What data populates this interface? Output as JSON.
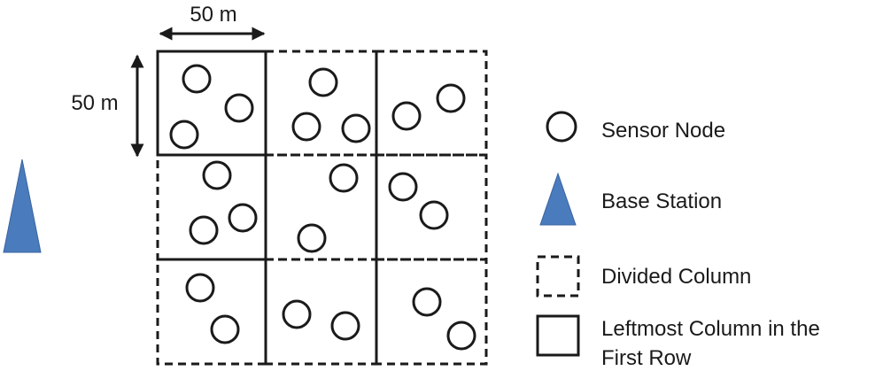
{
  "dimensions": {
    "width_label": "50 m",
    "height_label": "50 m"
  },
  "grid": {
    "rows": 3,
    "columns": 3,
    "solid_cell": {
      "row": 0,
      "col": 0
    },
    "sensor_counts": [
      [
        3,
        3,
        2
      ],
      [
        3,
        2,
        2
      ],
      [
        2,
        2,
        2
      ]
    ]
  },
  "legend": {
    "sensor_node": "Sensor Node",
    "base_station": "Base Station",
    "divided_column": "Divided Column",
    "leftmost_column_line1": "Leftmost Column in the",
    "leftmost_column_line2": "First Row"
  },
  "colors": {
    "base_station": "#4a7bbd",
    "line": "#1a1a1a"
  }
}
